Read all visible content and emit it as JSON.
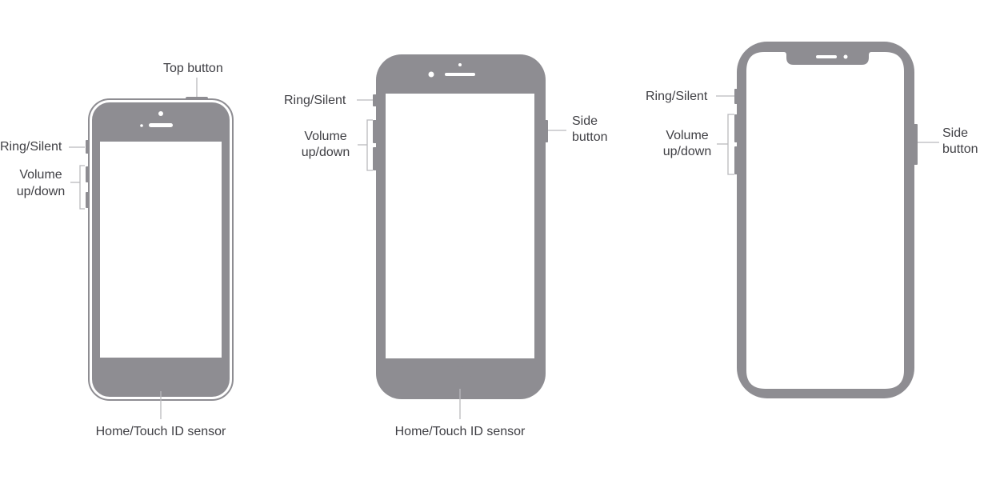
{
  "colors": {
    "device_body": "#8e8d92",
    "screen": "#ffffff",
    "leader_line": "#b9b9bd",
    "label_text": "#3f3f44"
  },
  "devices": [
    {
      "id": "device-1",
      "labels": {
        "top_button": "Top button",
        "ring_silent": "Ring/Silent",
        "volume_line1": "Volume",
        "volume_line2": "up/down",
        "home": "Home/Touch ID sensor"
      }
    },
    {
      "id": "device-2",
      "labels": {
        "ring_silent": "Ring/Silent",
        "volume_line1": "Volume",
        "volume_line2": "up/down",
        "side_line1": "Side",
        "side_line2": "button",
        "home": "Home/Touch ID sensor"
      }
    },
    {
      "id": "device-3",
      "labels": {
        "ring_silent": "Ring/Silent",
        "volume_line1": "Volume",
        "volume_line2": "up/down",
        "side_line1": "Side",
        "side_line2": "button"
      }
    }
  ]
}
